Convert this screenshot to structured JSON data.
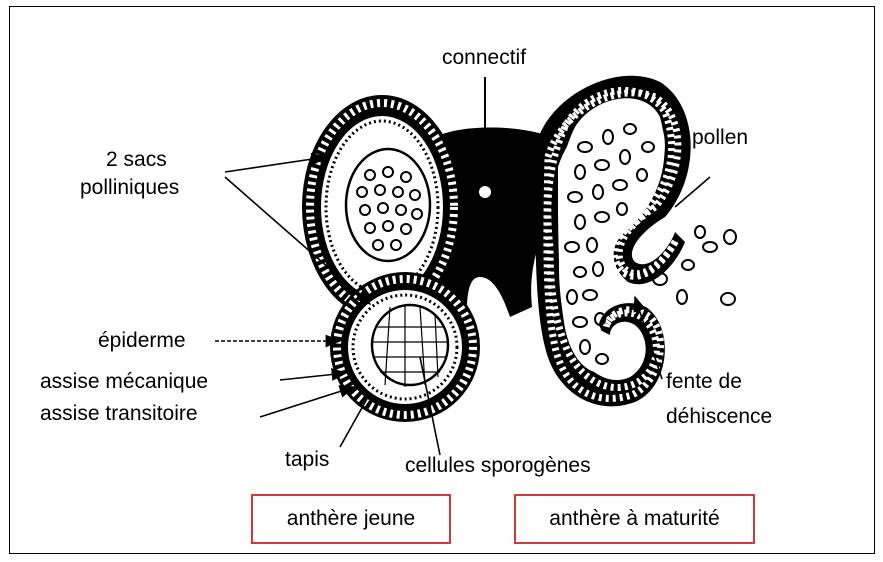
{
  "labels": {
    "connectif": "connectif",
    "sacs_line1": "2 sacs",
    "sacs_line2": "polliniques",
    "pollen": "pollen",
    "epiderme": "épiderme",
    "assise_mecanique": "assise mécanique",
    "assise_transitoire": "assise transitoire",
    "tapis": "tapis",
    "cellules_sporogenes": "cellules sporogènes",
    "fente_line1": "fente de",
    "fente_line2": "déhiscence"
  },
  "captions": {
    "young": "anthère jeune",
    "mature": "anthère à maturité"
  },
  "colors": {
    "caption_border": "#d23a3a",
    "ink": "#000000"
  }
}
